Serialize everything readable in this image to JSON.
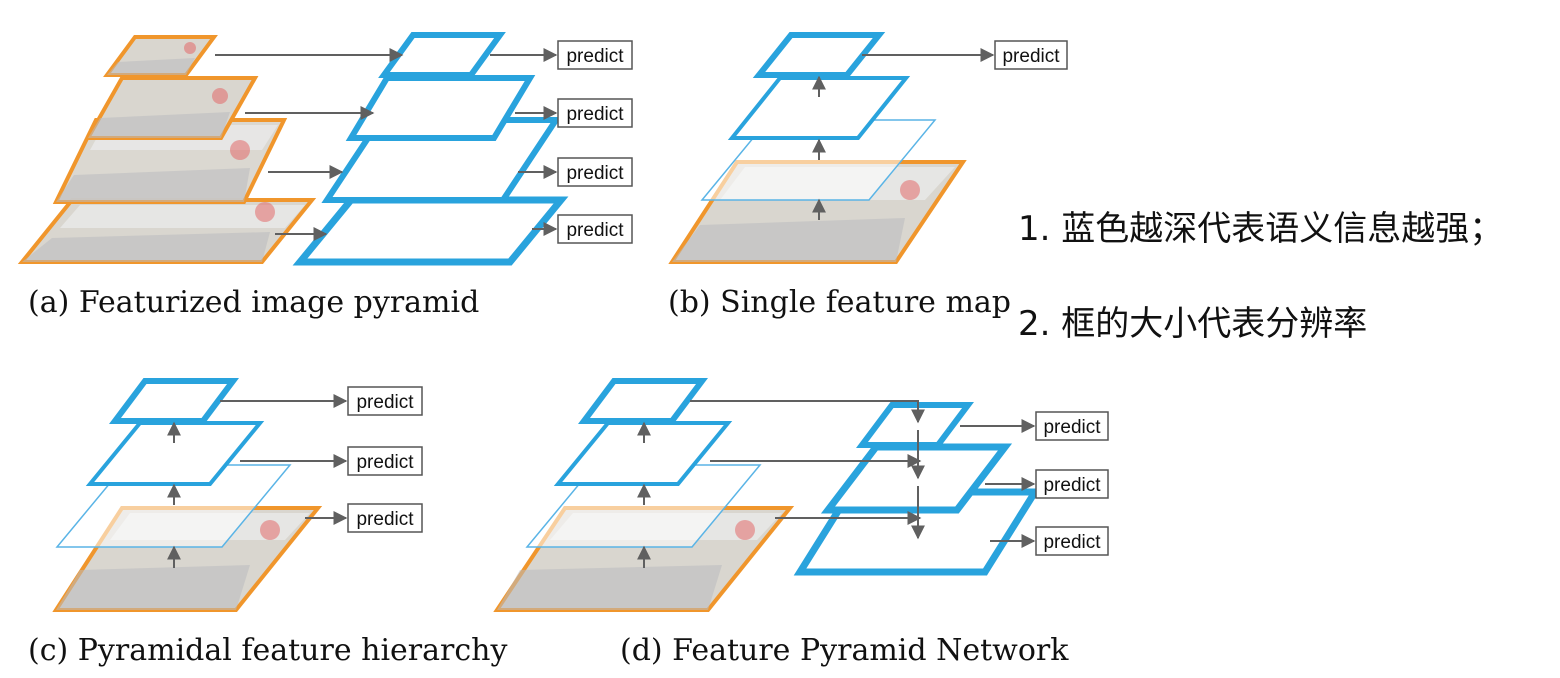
{
  "panels": {
    "a": {
      "caption": "(a) Featurized image pyramid"
    },
    "b": {
      "caption": "(b) Single feature map"
    },
    "c": {
      "caption": "(c) Pyramidal feature hierarchy"
    },
    "d": {
      "caption": "(d) Feature Pyramid Network"
    }
  },
  "predict_label": "predict",
  "notes": [
    "1. 蓝色越深代表语义信息越强；",
    "2. 框的大小代表分辨率"
  ],
  "colors": {
    "image_border": "#f0962c",
    "feature_blue": "#29a3dd",
    "arrow": "#606060"
  }
}
